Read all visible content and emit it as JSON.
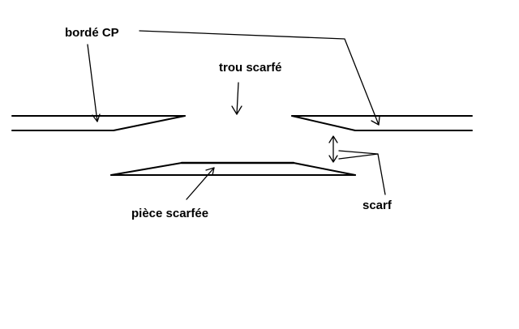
{
  "labels": {
    "borde_cp": "bordé CP",
    "trou_scarfe": "trou scarfé",
    "piece_scarfee": "pièce scarfée",
    "scarf": "scarf"
  },
  "colors": {
    "background": "#ffffff",
    "ink": "#000000"
  }
}
